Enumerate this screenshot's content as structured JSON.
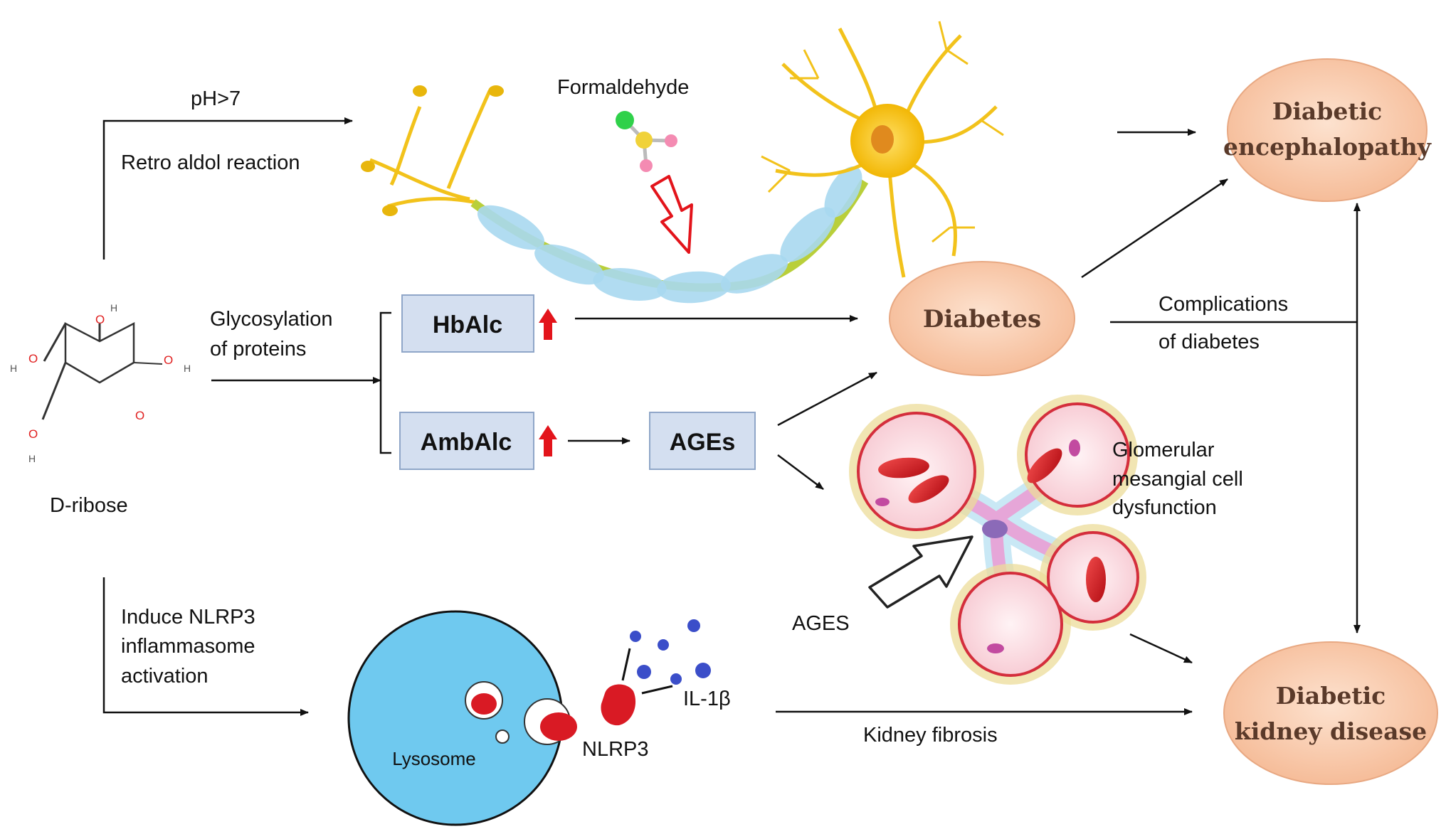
{
  "colors": {
    "oval_fill": "#f8c8a6",
    "oval_stroke": "#e8a882",
    "box_fill": "#d4dff0",
    "box_stroke": "#8fa6c8",
    "up_arrow": "#e3141b",
    "lysosome": "#6fc9ef",
    "neuron": "#f5c518",
    "myelin": "#a8d8f0",
    "cell_outline": "#d42e3c",
    "red_cell": "#d91a24"
  },
  "left": {
    "molecule_label": "D-ribose",
    "atom_O": "O",
    "atom_H": "H"
  },
  "top_branch": {
    "condition": "pH>7",
    "reaction": "Retro aldol reaction",
    "product": "Formaldehyde"
  },
  "middle_branch": {
    "line1": "Glycosylation",
    "line2": "of proteins",
    "box_hba1c": "HbAlc",
    "box_amba1c": "AmbAlc",
    "box_ages": "AGEs"
  },
  "bottom_branch": {
    "line1": "Induce NLRP3",
    "line2": "inflammasome",
    "line3": "activation",
    "lysosome": "Lysosome",
    "nlrp3": "NLRP3",
    "il1b": "IL-1β",
    "kidney_fibrosis": "Kidney fibrosis"
  },
  "right": {
    "diabetes": "Diabetes",
    "encephalopathy_line1": "Diabetic",
    "encephalopathy_line2": "encephalopathy",
    "kidney_line1": "Diabetic",
    "kidney_line2": "kidney disease",
    "complications_line1": "Complications",
    "complications_line2": "of diabetes"
  },
  "glomerular": {
    "line1": "Glomerular",
    "line2": "mesangial cell",
    "line3": "dysfunction",
    "ages_label": "AGES"
  }
}
